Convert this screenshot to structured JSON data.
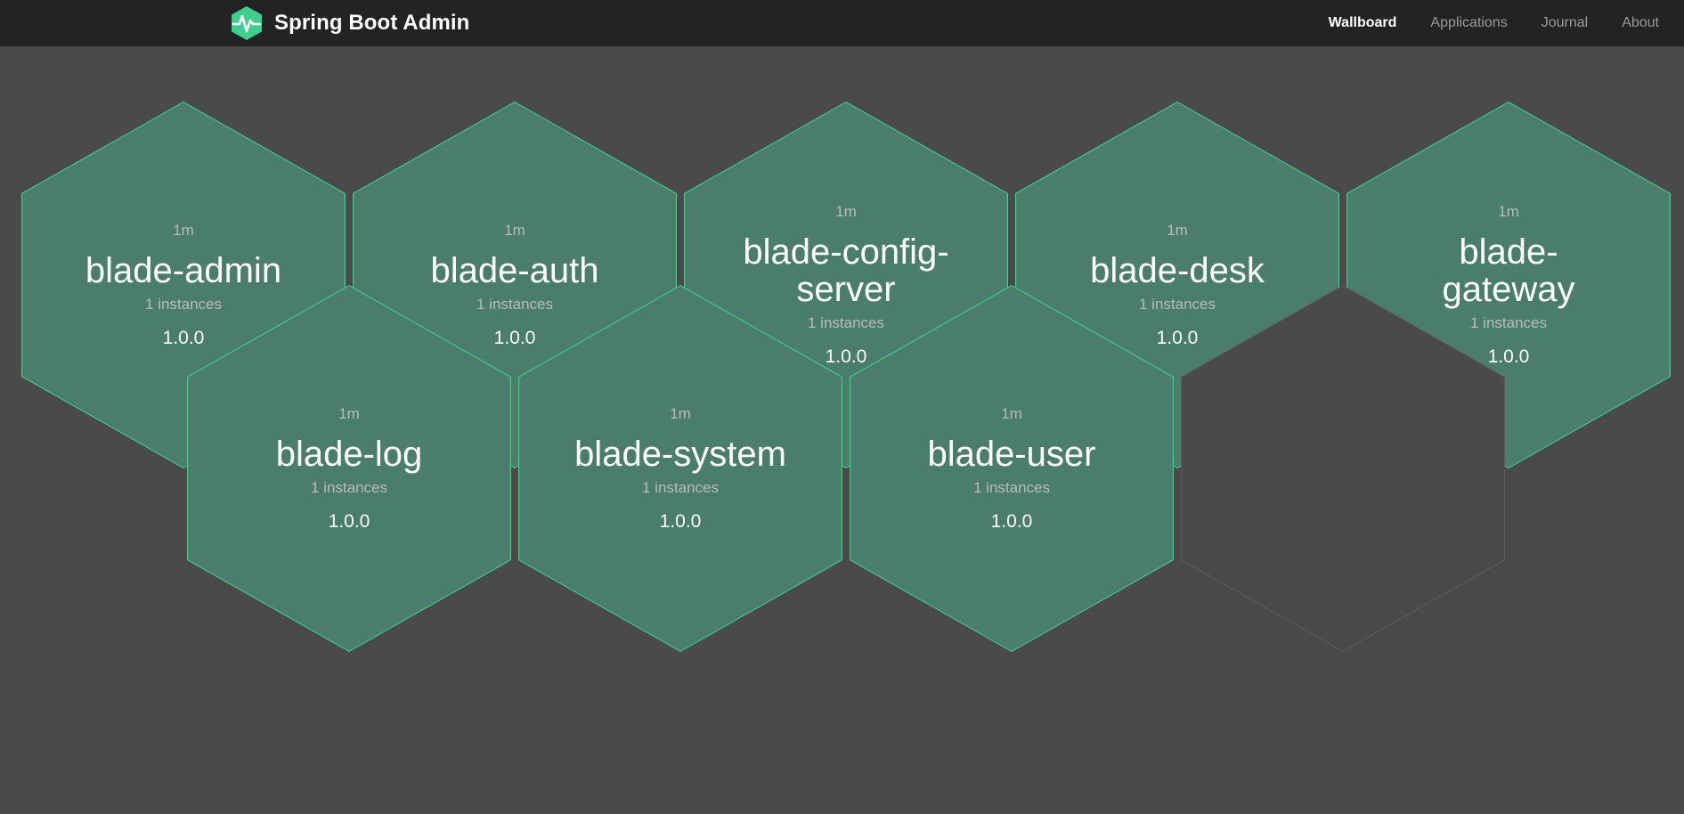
{
  "header": {
    "brand_title": "Spring Boot Admin",
    "logo_icon": "heartbeat-hexagon-logo",
    "nav": [
      {
        "label": "Wallboard",
        "active": true
      },
      {
        "label": "Applications",
        "active": false
      },
      {
        "label": "Journal",
        "active": false
      },
      {
        "label": "About",
        "active": false
      }
    ]
  },
  "colors": {
    "brand_green": "#3ecf8e",
    "hex_fill": "#4a7d6b",
    "hex_border": "#3ecf8e",
    "page_background": "#4a4a4a",
    "navbar_background": "#232323",
    "text_primary": "#ffffff",
    "text_muted": "#b9bcbb",
    "nav_inactive": "#9a9a9a",
    "empty_hex_border": "#5b5b5b"
  },
  "wallboard": {
    "rows": [
      {
        "applications": [
          {
            "status_age": "1m",
            "name": "blade-admin",
            "instances": "1 instances",
            "version": "1.0.0",
            "empty": false
          },
          {
            "status_age": "1m",
            "name": "blade-auth",
            "instances": "1 instances",
            "version": "1.0.0",
            "empty": false
          },
          {
            "status_age": "1m",
            "name": "blade-config-server",
            "instances": "1 instances",
            "version": "1.0.0",
            "empty": false
          },
          {
            "status_age": "1m",
            "name": "blade-desk",
            "instances": "1 instances",
            "version": "1.0.0",
            "empty": false
          },
          {
            "status_age": "1m",
            "name": "blade-gateway",
            "instances": "1 instances",
            "version": "1.0.0",
            "empty": false
          }
        ]
      },
      {
        "applications": [
          {
            "status_age": "1m",
            "name": "blade-log",
            "instances": "1 instances",
            "version": "1.0.0",
            "empty": false
          },
          {
            "status_age": "1m",
            "name": "blade-system",
            "instances": "1 instances",
            "version": "1.0.0",
            "empty": false
          },
          {
            "status_age": "1m",
            "name": "blade-user",
            "instances": "1 instances",
            "version": "1.0.0",
            "empty": false
          },
          {
            "status_age": "",
            "name": "",
            "instances": "",
            "version": "",
            "empty": true
          }
        ]
      }
    ]
  }
}
